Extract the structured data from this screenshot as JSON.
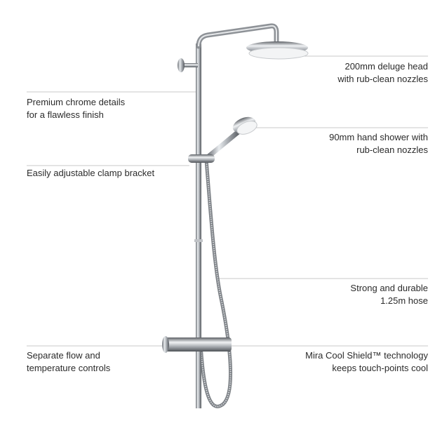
{
  "callouts": {
    "deluge_head": {
      "line1": "200mm deluge head",
      "line2": "with rub-clean nozzles"
    },
    "chrome": {
      "line1": "Premium chrome details",
      "line2": "for a flawless finish"
    },
    "hand_shower": {
      "line1": "90mm hand shower with",
      "line2": "rub-clean nozzles"
    },
    "clamp": {
      "line1": "Easily adjustable clamp bracket"
    },
    "hose": {
      "line1": "Strong and durable",
      "line2": "1.25m hose"
    },
    "controls": {
      "line1": "Separate flow and",
      "line2": "temperature controls"
    },
    "cool_shield": {
      "line1": "Mira Cool Shield™ technology",
      "line2": "keeps touch-points cool"
    }
  },
  "colors": {
    "leader_line": "#c8c8c8",
    "chrome": "#9a9ea3",
    "text": "#2b2b2b"
  }
}
